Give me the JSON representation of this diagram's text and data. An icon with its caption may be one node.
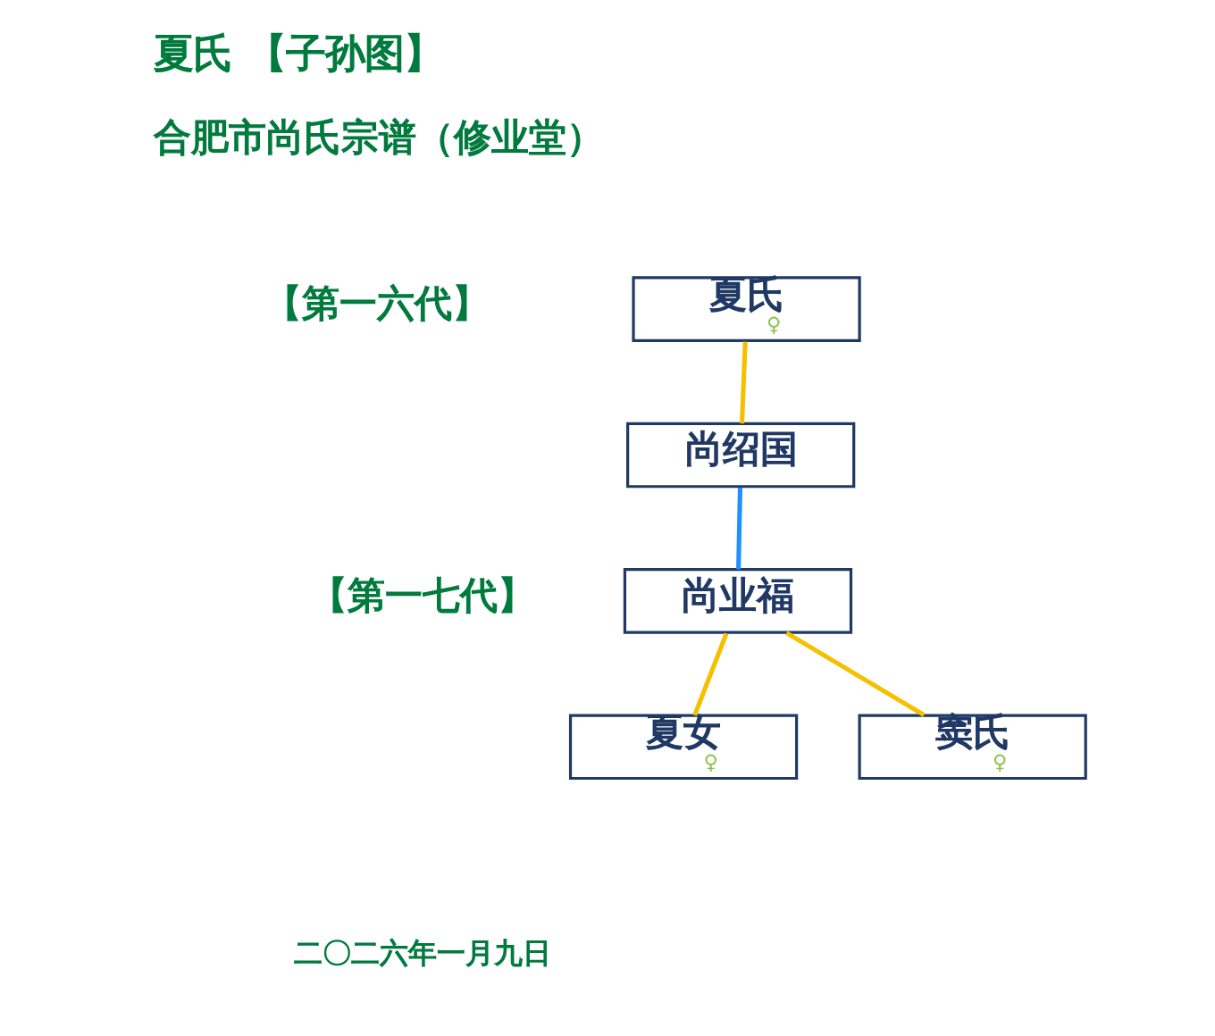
{
  "diagram": {
    "title": "夏氏 【子孙图】",
    "nodes": [
      {
        "text": [
          "夏氏",
          "♀"
        ]
      },
      {
        "text": [
          "尚绍国"
        ]
      },
      {
        "text": [
          "尚业福"
        ]
      },
      {
        "text": [
          "夏女",
          "♀"
        ]
      },
      {
        "text": [
          "窦氏",
          "♀"
        ]
      }
    ],
    "edges": [
      {
        "from": 0,
        "to": 1,
        "arrow": "none"
      },
      {
        "from": 1,
        "to": 2,
        "arrow": "none",
        "color": "#1e90ff"
      },
      {
        "from": 2,
        "to": 3,
        "arrow": "none"
      },
      {
        "from": 2,
        "to": 4,
        "arrow": "none"
      }
    ],
    "labels": [
      "合肥市尚氏宗谱（修业堂）",
      "【第一六代】",
      "【第一七代】",
      "二〇二六年一月九日"
    ]
  }
}
